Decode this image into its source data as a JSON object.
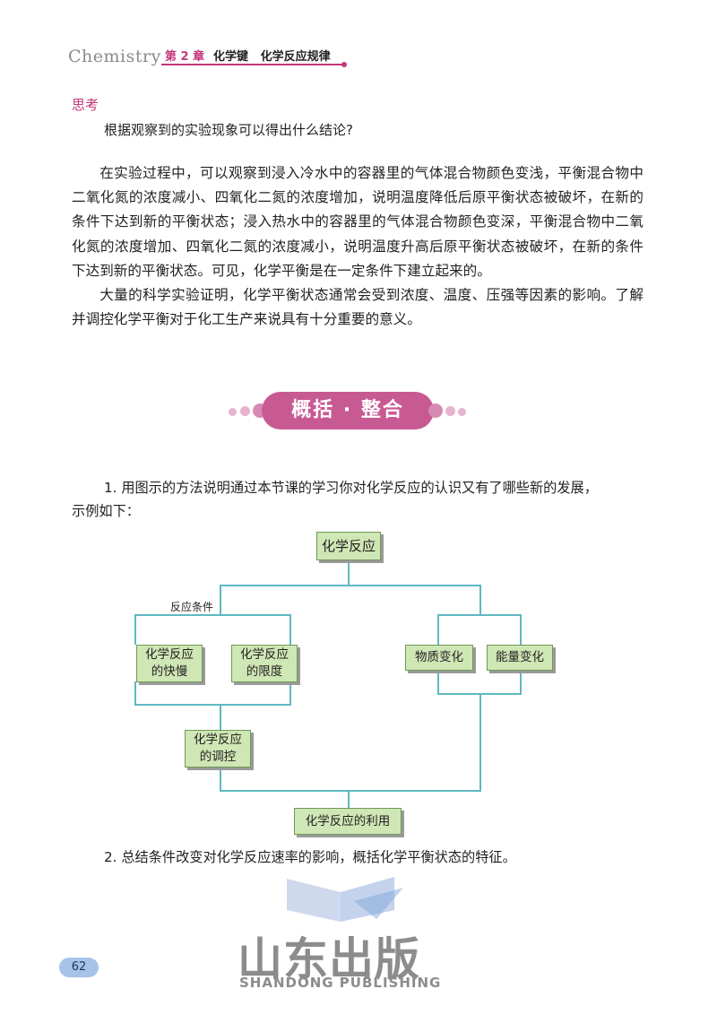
{
  "header": {
    "subject": "Chemistry",
    "chapter": "第 2 章",
    "title": "化学键   化学反应规律",
    "accent_color": "#c2377b"
  },
  "think": {
    "label": "思考",
    "question": "根据观察到的实验现象可以得出什么结论?"
  },
  "paragraphs": [
    "在实验过程中，可以观察到浸入冷水中的容器里的气体混合物颜色变浅，平衡混合物中二氧化氮的浓度减小、四氧化二氮的浓度增加，说明温度降低后原平衡状态被破坏，在新的条件下达到新的平衡状态；浸入热水中的容器里的气体混合物颜色变深，平衡混合物中二氧化氮的浓度增加、四氧化二氮的浓度减小，说明温度升高后原平衡状态被破坏，在新的条件下达到新的平衡状态。可见，化学平衡是在一定条件下建立起来的。",
    "大量的科学实验证明，化学平衡状态通常会受到浓度、温度、压强等因素的影响。了解并调控化学平衡对于化工生产来说具有十分重要的意义。"
  ],
  "section_banner": "概括 · 整合",
  "exercises": {
    "item1_line1": "1. 用图示的方法说明通过本节课的学习你对化学反应的认识又有了哪些新的发展，",
    "item1_line2": "示例如下：",
    "item2": "2. 总结条件改变对化学反应速率的影响，概括化学平衡状态的特征。"
  },
  "diagram": {
    "root": "化学反应",
    "condition_label": "反应条件",
    "rate": [
      "化学反应",
      "的快慢"
    ],
    "limit": [
      "化学反应",
      "的限度"
    ],
    "control": [
      "化学反应",
      "的调控"
    ],
    "matter": "物质变化",
    "energy": "能量变化",
    "use": "化学反应的利用",
    "box_color": "#cfe6b5",
    "line_color": "#5fb8c2"
  },
  "footer": {
    "page_number": "62",
    "publisher_zh": "山东出版",
    "publisher_en": "SHANDONG PUBLISHING"
  }
}
